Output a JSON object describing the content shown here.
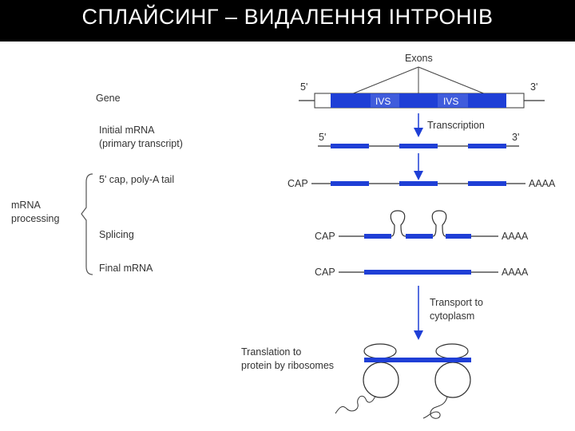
{
  "title": "СПЛАЙСИНГ – ВИДАЛЕННЯ ІНТРОНІВ",
  "colors": {
    "exon": "#1f3fd6",
    "line": "#333333",
    "arrow": "#1f3fd6",
    "title_bg": "#000000",
    "title_text": "#ffffff"
  },
  "diagram": {
    "exons_label": "Exons",
    "five_prime": "5'",
    "three_prime": "3'",
    "ivs": "IVS",
    "cap": "CAP",
    "polya": "AAAA",
    "transcription": "Transcription",
    "transport_line1": "Transport to",
    "transport_line2": "cytoplasm",
    "translation_line1": "Translation to",
    "translation_line2": "protein by ribosomes"
  },
  "stages": {
    "gene": "Gene",
    "initial_line1": "Initial mRNA",
    "initial_line2": "(primary transcript)",
    "cap_tail": "5' cap, poly-A tail",
    "splicing": "Splicing",
    "final": "Final mRNA",
    "processing_line1": "mRNA",
    "processing_line2": "processing"
  }
}
